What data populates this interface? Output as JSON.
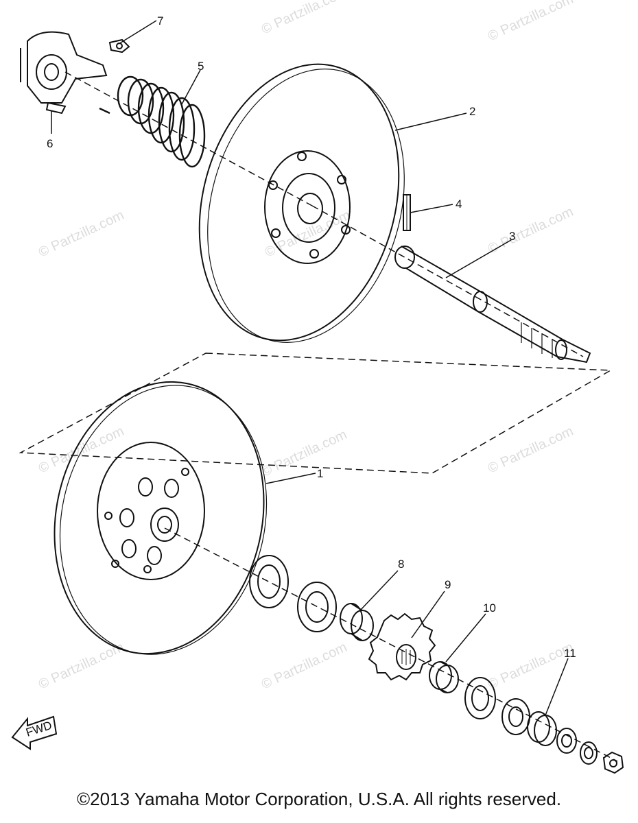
{
  "watermark": "© Partzilla.com",
  "callouts": {
    "p1": "1",
    "p2": "2",
    "p3": "3",
    "p4": "4",
    "p5": "5",
    "p6": "6",
    "p7": "7",
    "p8": "8",
    "p9": "9",
    "p10": "10",
    "p11": "11"
  },
  "fwd_label": "FWD",
  "footer": "©2013 Yamaha Motor Corporation, U.S.A. All rights reserved."
}
